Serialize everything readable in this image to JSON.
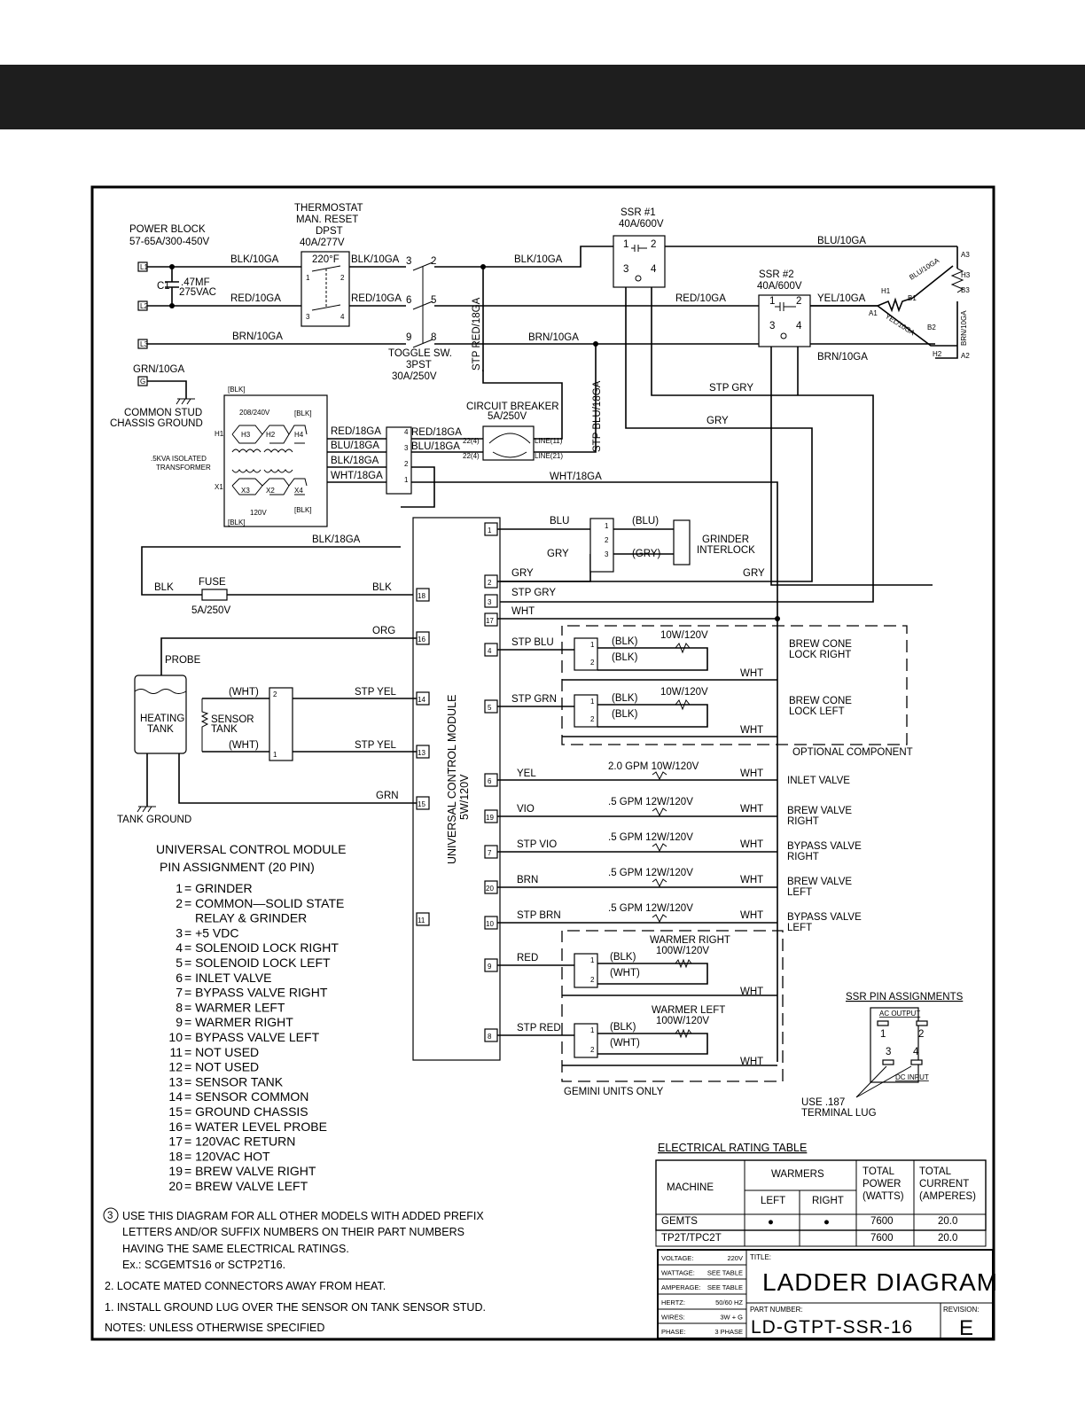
{
  "title_block": {
    "title_label": "TITLE:",
    "title": "LADDER DIAGRAM",
    "part_number_label": "PART NUMBER:",
    "part_number": "LD-GTPT-SSR-16",
    "revision_label": "REVISION:",
    "revision": "E",
    "specs": [
      {
        "label": "VOLTAGE:",
        "value": "220V"
      },
      {
        "label": "WATTAGE:",
        "value": "SEE TABLE"
      },
      {
        "label": "AMPERAGE:",
        "value": "SEE TABLE"
      },
      {
        "label": "HERTZ:",
        "value": "50/60 HZ"
      },
      {
        "label": "WIRES:",
        "value": "3W + G"
      },
      {
        "label": "PHASE:",
        "value": "3 PHASE"
      }
    ]
  },
  "rating_table": {
    "title": "ELECTRICAL RATING TABLE",
    "col_machine": "MACHINE",
    "col_warmers": "WARMERS",
    "col_left": "LEFT",
    "col_right": "RIGHT",
    "col_power": [
      "TOTAL",
      "POWER",
      "(WATTS)"
    ],
    "col_current": [
      "TOTAL",
      "CURRENT",
      "(AMPERES)"
    ],
    "rows": [
      {
        "machine": "GEMTS",
        "left": "●",
        "right": "●",
        "power": "7600",
        "current": "20.0"
      },
      {
        "machine": "TP2T/TPC2T",
        "left": "",
        "right": "",
        "power": "7600",
        "current": "20.0"
      }
    ]
  },
  "pin_assignment": {
    "title": [
      "UNIVERSAL CONTROL MODULE",
      "PIN ASSIGNMENT (20 PIN)"
    ],
    "pins": [
      {
        "num": "1",
        "desc": "= GRINDER"
      },
      {
        "num": "2",
        "desc": "= COMMON—SOLID STATE"
      },
      {
        "num": "",
        "desc": "RELAY & GRINDER"
      },
      {
        "num": "3",
        "desc": "= +5 VDC"
      },
      {
        "num": "4",
        "desc": "= SOLENOID LOCK RIGHT"
      },
      {
        "num": "5",
        "desc": "= SOLENOID LOCK LEFT"
      },
      {
        "num": "6",
        "desc": "= INLET VALVE"
      },
      {
        "num": "7",
        "desc": "= BYPASS VALVE RIGHT"
      },
      {
        "num": "8",
        "desc": "= WARMER LEFT"
      },
      {
        "num": "9",
        "desc": "= WARMER RIGHT"
      },
      {
        "num": "10",
        "desc": "= BYPASS VALVE LEFT"
      },
      {
        "num": "11",
        "desc": "= NOT USED"
      },
      {
        "num": "12",
        "desc": "= NOT USED"
      },
      {
        "num": "13",
        "desc": "= SENSOR TANK"
      },
      {
        "num": "14",
        "desc": "= SENSOR COMMON"
      },
      {
        "num": "15",
        "desc": "= GROUND CHASSIS"
      },
      {
        "num": "16",
        "desc": "= WATER LEVEL PROBE"
      },
      {
        "num": "17",
        "desc": "= 120VAC RETURN"
      },
      {
        "num": "18",
        "desc": "= 120VAC HOT"
      },
      {
        "num": "19",
        "desc": "= BREW VALVE RIGHT"
      },
      {
        "num": "20",
        "desc": "= BREW VALVE LEFT"
      }
    ]
  },
  "notes": {
    "note3": [
      "USE THIS DIAGRAM FOR ALL OTHER MODELS WITH ADDED PREFIX",
      "LETTERS AND/OR SUFFIX NUMBERS ON THEIR PART NUMBERS",
      "HAVING THE SAME ELECTRICAL RATINGS.",
      "Ex.: SCGEMTS16 or SCTP2T16."
    ],
    "note3_num": "3",
    "note2": "2. LOCATE MATED CONNECTORS AWAY FROM HEAT.",
    "note1": "1. INSTALL GROUND LUG OVER THE SENSOR ON TANK SENSOR STUD.",
    "footer": "NOTES: UNLESS OTHERWISE SPECIFIED"
  },
  "labels": {
    "power_block": "POWER BLOCK",
    "power_block_rating": "57-65A/300-450V",
    "thermostat": [
      "THERMOSTAT",
      "MAN. RESET",
      "DPST",
      "40A/277V"
    ],
    "thermostat_temp": "220°F",
    "c1": "C1",
    "cap": [
      ".47MF",
      "275VAC"
    ],
    "blk10": "BLK/10GA",
    "red10": "RED/10GA",
    "brn10": "BRN/10GA",
    "grn10": "GRN/10GA",
    "blu10": "BLU/10GA",
    "yel10": "YEL/10GA",
    "toggle": [
      "TOGGLE SW.",
      "3PST",
      "30A/250V"
    ],
    "stp_red18": "STP RED/18GA",
    "stp_blu18": "STP BLU/18GA",
    "ssr1": [
      "SSR #1",
      "40A/600V"
    ],
    "ssr2": [
      "SSR #2",
      "40A/600V"
    ],
    "common_stud": [
      "COMMON STUD",
      "CHASSIS GROUND"
    ],
    "transformer": [
      ".5KVA ISOLATED",
      "TRANSFORMER"
    ],
    "v208": "208/240V",
    "v120": "120V",
    "blk_br": "[BLK]",
    "red18": "RED/18GA",
    "blu18": "BLU/18GA",
    "blk18": "BLK/18GA",
    "wht18": "WHT/18GA",
    "cb": [
      "CIRCUIT BREAKER",
      "5A/250V"
    ],
    "line11": "LINE(11)",
    "line21": "LINE(21)",
    "n22": "22(4)",
    "stp_gry": "STP GRY",
    "gry": "GRY",
    "blk": "BLK",
    "fuse": "FUSE",
    "fuse_rating": "5A/250V",
    "org": "ORG",
    "probe": "PROBE",
    "heating_tank": [
      "HEATING",
      "TANK"
    ],
    "sensor_tank": [
      "SENSOR",
      "TANK"
    ],
    "wht_p": "(WHT)",
    "stp_yel": "STP YEL",
    "grn": "GRN",
    "tank_ground": "TANK GROUND",
    "ucm": [
      "UNIVERSAL CONTROL MODULE",
      "5W/120V"
    ],
    "blu": "BLU",
    "blu_p": "(BLU)",
    "gry_p": "(GRY)",
    "grinder": [
      "GRINDER",
      "INTERLOCK"
    ],
    "wht": "WHT",
    "stp_blu": "STP BLU",
    "stp_grn": "STP GRN",
    "blk_p": "(BLK)",
    "w10": "10W/120V",
    "brew_cone_right": [
      "BREW CONE",
      "LOCK RIGHT"
    ],
    "brew_cone_left": [
      "BREW CONE",
      "LOCK LEFT"
    ],
    "optional": "OPTIONAL COMPONENT",
    "yel": "YEL",
    "vio": "VIO",
    "stp_vio": "STP VIO",
    "brn": "BRN",
    "stp_brn": "STP BRN",
    "red": "RED",
    "stp_red": "STP RED",
    "gpm2": "2.0 GPM 10W/120V",
    "gpm5": ".5 GPM 12W/120V",
    "inlet_valve": "INLET VALVE",
    "brew_valve_right": [
      "BREW VALVE",
      "RIGHT"
    ],
    "bypass_valve_right": [
      "BYPASS VALVE",
      "RIGHT"
    ],
    "brew_valve_left": [
      "BREW VALVE",
      "LEFT"
    ],
    "bypass_valve_left": [
      "BYPASS VALVE",
      "LEFT"
    ],
    "warmer_right": [
      "WARMER RIGHT",
      "100W/120V"
    ],
    "warmer_left": [
      "WARMER LEFT",
      "100W/120V"
    ],
    "gemini": "GEMINI UNITS ONLY",
    "ssr_pin": "SSR PIN ASSIGNMENTS",
    "ac_output": "AC OUTPUT",
    "dc_input": "DC INPUT",
    "lug": [
      "USE .187",
      "TERMINAL LUG"
    ]
  }
}
